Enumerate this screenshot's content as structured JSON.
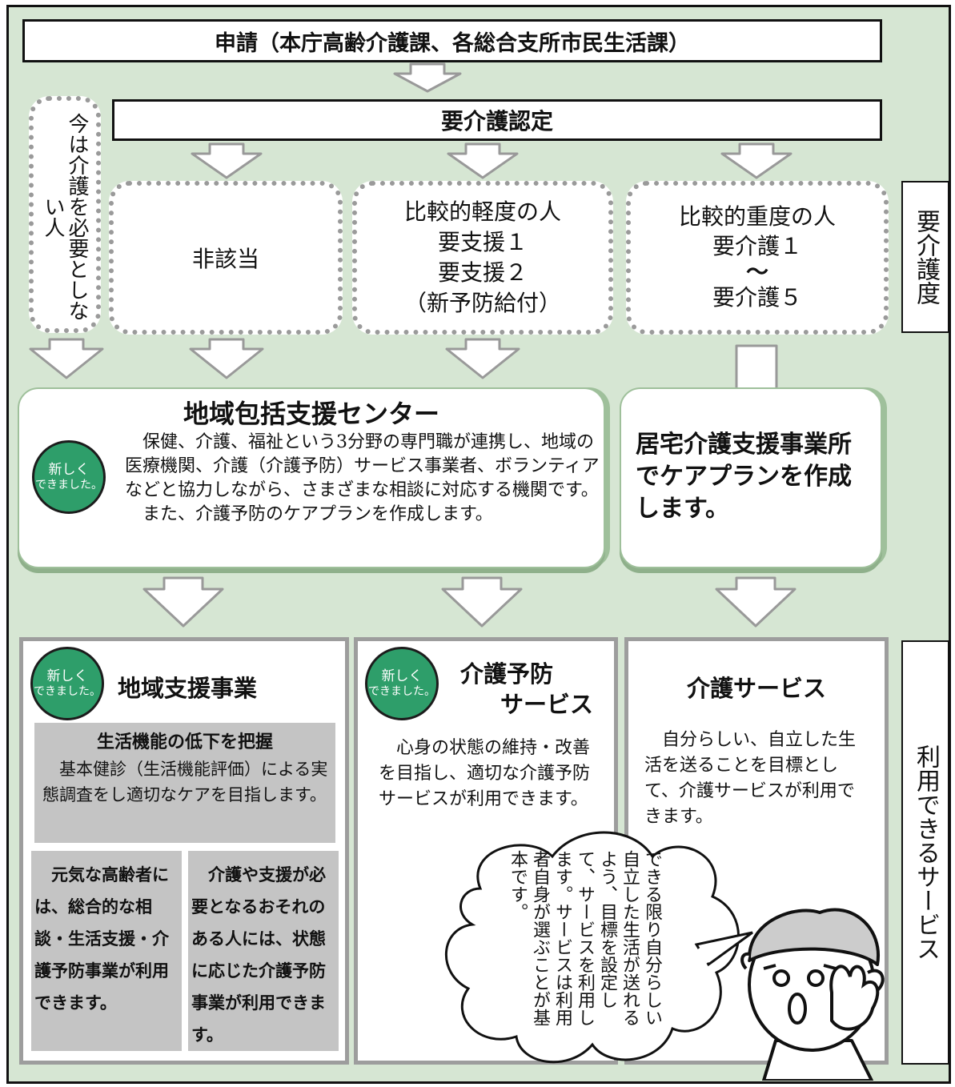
{
  "application_bar": "申請（本庁高齢介護課、各総合支所市民生活課）",
  "certification_bar": "要介護認定",
  "no_need": "今は介護を必要としない人",
  "not_applicable": "非該当",
  "light": {
    "heading": "比較的軽度の人",
    "line1": "要支援１",
    "line2": "要支援２",
    "line3": "（新予防給付）"
  },
  "heavy": {
    "heading": "比較的重度の人",
    "line1": "要介護１",
    "tilde": "～",
    "line2": "要介護５"
  },
  "side_label_top": "要介護度",
  "side_label_bottom": "利用できるサービス",
  "badge": {
    "line1": "新しく",
    "line2": "できました。"
  },
  "center": {
    "title": "地域包括支援センター",
    "p1": "　保健、介護、福祉という3分野の専門職が連携し、地域の医療機関、介護（介護予防）サービス事業者、ボランティアなどと協力しながら、さまざまな相談に対応する機関です。",
    "p2": "　また、介護予防のケアプランを作成します。"
  },
  "home_care": "居宅介護支援事業所でケアプランを作成します。",
  "regional": {
    "title": "地域支援事業",
    "gray_heading": "生活機能の低下を把握",
    "gray_text": "　基本健診（生活機能評価）による実態調査をし適切なケアを目指します。",
    "left_text": "　元気な高齢者には、総合的な相談・生活支援・介護予防事業が利用できます。",
    "right_text": "　介護や支援が必要となるおそれのある人には、状態に応じた介護予防事業が利用できます。"
  },
  "prevention": {
    "title_line1": "介護予防",
    "title_line2": "サービス",
    "text": "　心身の状態の維持・改善を目指し、適切な介護予防サービスが利用できます。"
  },
  "care": {
    "title": "介護サービス",
    "text": "　自分らしい、自立した生活を送ることを目標として、介護サービスが利用できます。"
  },
  "speech": "できる限り自分らしい自立した生活が送れるよう、目標を設定して、サービスを利用します。サービスは利用者自身が選ぶことが基本です。",
  "colors": {
    "background": "#d6e6d3",
    "badge_green": "#2e9e6a",
    "gray_panel": "#c4c4c4",
    "dotted_border": "#9a9a9a"
  }
}
